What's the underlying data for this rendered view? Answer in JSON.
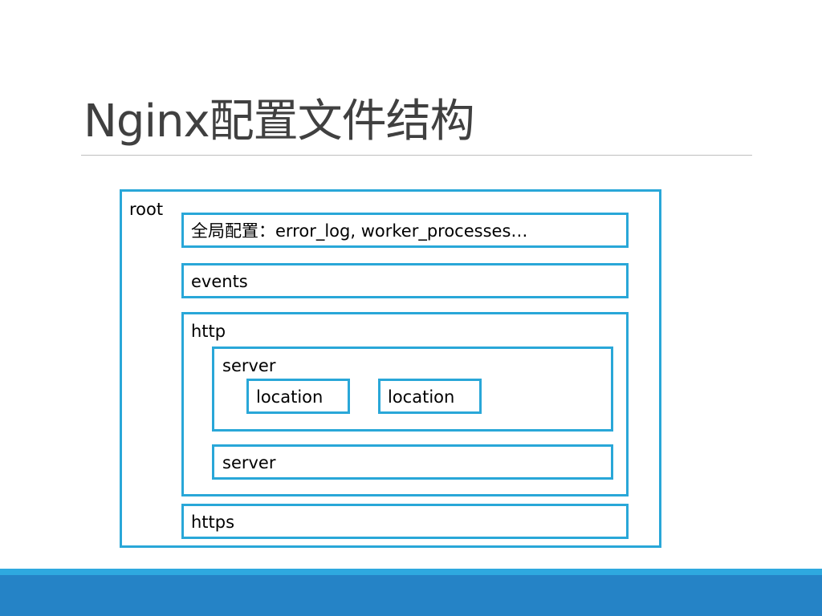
{
  "slide": {
    "title": "Nginx配置文件结构"
  },
  "diagram": {
    "root": {
      "label": "root"
    },
    "global": {
      "label": "全局配置：error_log, worker_processes…"
    },
    "events": {
      "label": "events"
    },
    "http": {
      "label": "http",
      "servers": [
        {
          "label": "server",
          "locations": [
            {
              "label": "location"
            },
            {
              "label": "location"
            }
          ]
        },
        {
          "label": "server"
        }
      ]
    },
    "https": {
      "label": "https"
    }
  },
  "colors": {
    "box_border": "#29a7d8",
    "title_text": "#404040",
    "footer_light": "#2ea9df",
    "footer_dark": "#2583c6"
  }
}
